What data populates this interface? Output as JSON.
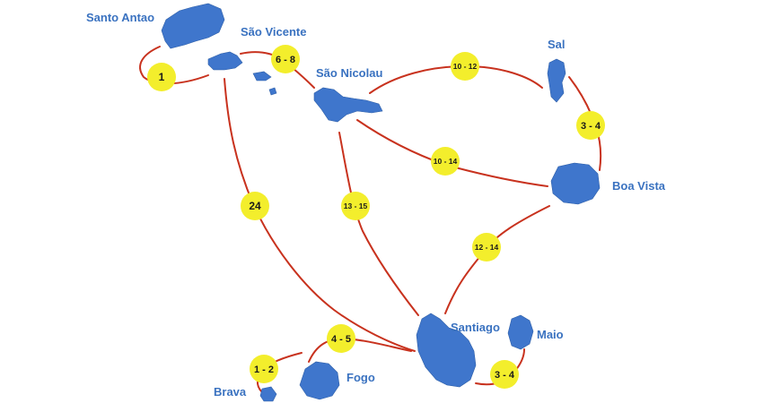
{
  "map": {
    "islands": {
      "santo_antao": "Santo Antao",
      "sao_vicente": "São Vicente",
      "sao_nicolau": "São Nicolau",
      "sal": "Sal",
      "boa_vista": "Boa Vista",
      "santiago": "Santiago",
      "maio": "Maio",
      "fogo": "Fogo",
      "brava": "Brava"
    },
    "routes": {
      "santo_antao_sao_vicente": "1",
      "sao_vicente_sao_nicolau": "6 - 8",
      "sao_nicolau_sal": "10 - 12",
      "sal_boa_vista": "3 - 4",
      "sao_nicolau_boa_vista": "10 - 14",
      "sao_vicente_santiago": "24",
      "sao_nicolau_santiago": "13 - 15",
      "boa_vista_santiago": "12 - 14",
      "santiago_fogo": "4 - 5",
      "fogo_brava": "1 - 2",
      "santiago_maio": "3 - 4"
    },
    "colors": {
      "island": "#3f76cc",
      "label": "#3a72c0",
      "route": "#c8321e",
      "badge": "#f3ee2c"
    }
  }
}
